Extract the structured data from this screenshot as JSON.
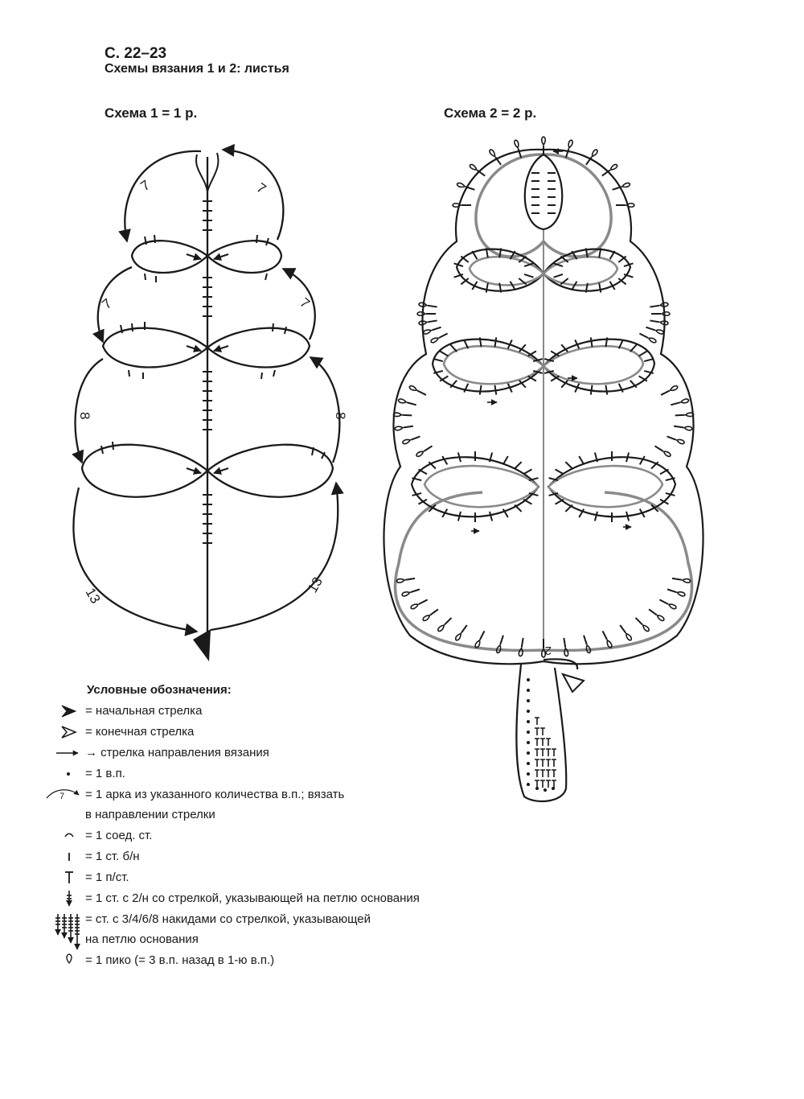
{
  "header": {
    "page_ref": "С. 22–23",
    "subtitle": "Схемы вязания 1 и 2: листья"
  },
  "scheme1": {
    "label": "Схема 1 = 1 р.",
    "arc_counts": [
      "7",
      "7",
      "7",
      "7",
      "8",
      "8",
      "13",
      "13"
    ]
  },
  "scheme2": {
    "label": "Схема 2 = 2 р.",
    "row_number": "2"
  },
  "legend": {
    "title": "Условные обозначения:",
    "items": [
      {
        "icon": "start-arrow-icon",
        "text": "= начальная стрелка"
      },
      {
        "icon": "end-arrow-icon",
        "text": "= конечная стрелка"
      },
      {
        "icon": "direction-arrow-icon",
        "text": "→ стрелка направления вязания"
      },
      {
        "icon": "chain-stitch-icon",
        "text": "= 1 в.п."
      },
      {
        "icon": "chain-arc-icon",
        "arc_number": "7",
        "text": "= 1 арка из указанного количества в.п.; вязать"
      },
      {
        "icon": "",
        "text": "в направлении стрелки"
      },
      {
        "icon": "slip-stitch-icon",
        "text": "= 1 соед. ст."
      },
      {
        "icon": "single-crochet-icon",
        "text": "= 1 ст. б/н"
      },
      {
        "icon": "half-double-crochet-icon",
        "text": "= 1 п/ст."
      },
      {
        "icon": "double-crochet-arrow-icon",
        "text": "= 1 ст. с 2/н со стрелкой, указывающей на петлю основания"
      },
      {
        "icon": "multi-yarnover-stitches-icon",
        "text": "= ст. с 3/4/6/8 накидами со стрелкой, указывающей"
      },
      {
        "icon": "",
        "text": "на петлю основания"
      },
      {
        "icon": "picot-icon",
        "text": "= 1 пико (= 3 в.п. назад в 1-ю в.п.)"
      }
    ]
  }
}
